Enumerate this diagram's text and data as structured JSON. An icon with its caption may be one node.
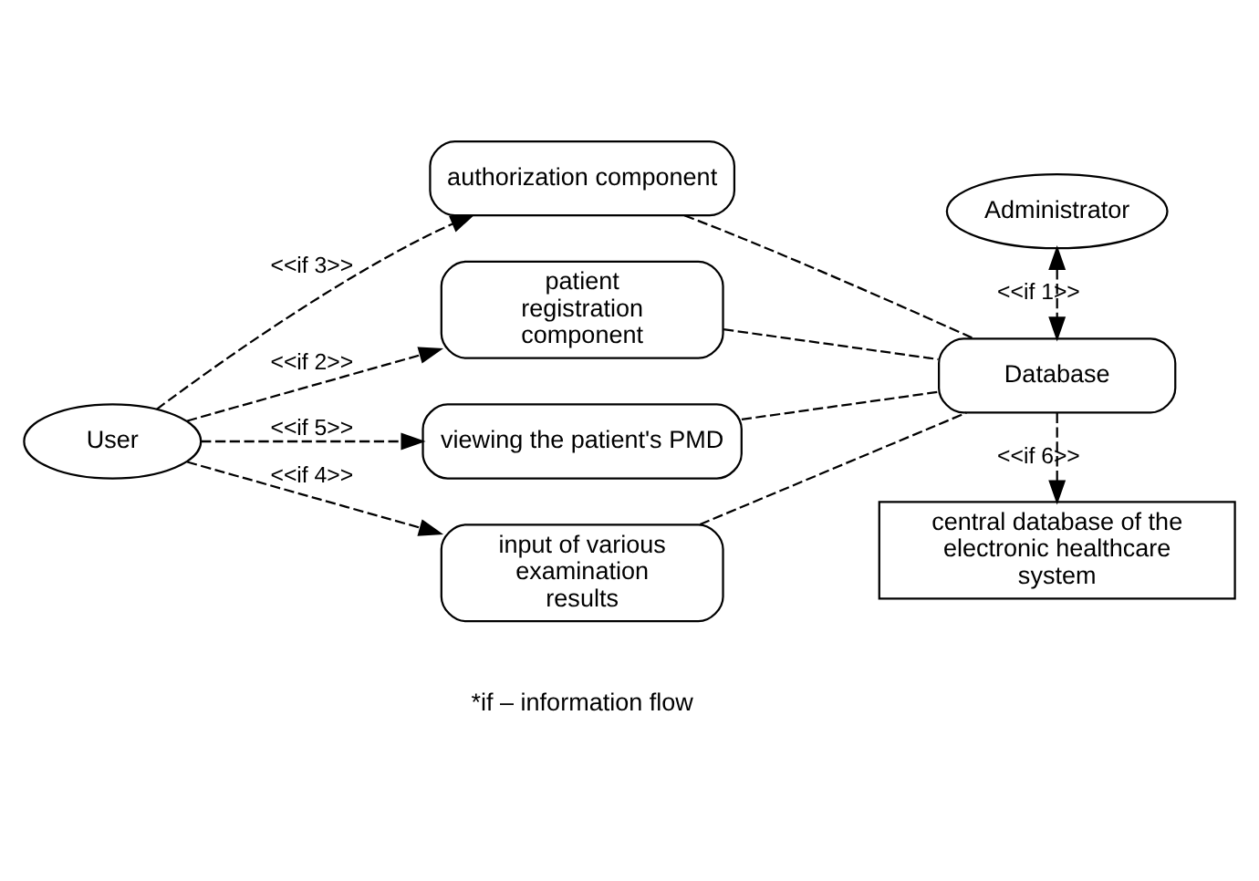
{
  "diagram": {
    "nodes": [
      {
        "text": [
          "User"
        ]
      },
      {
        "text": [
          "authorization component"
        ]
      },
      {
        "text": [
          "patient registration component"
        ]
      },
      {
        "text": [
          "viewing the patient's PMD"
        ]
      },
      {
        "text": [
          "input of various examination results"
        ]
      },
      {
        "text": [
          "Administrator"
        ]
      },
      {
        "text": [
          "Database"
        ]
      },
      {
        "text": [
          "central database of the electronic healthcare system"
        ]
      }
    ],
    "edges": [
      {
        "from": 0,
        "to": 1,
        "arrow": "to",
        "label": "<<if 3>>",
        "style": "dashed"
      },
      {
        "from": 0,
        "to": 2,
        "arrow": "to",
        "label": "<<if 2>>",
        "style": "dashed"
      },
      {
        "from": 0,
        "to": 3,
        "arrow": "to",
        "label": "<<if 5>>",
        "style": "dashed"
      },
      {
        "from": 0,
        "to": 4,
        "arrow": "to",
        "label": "<<if 4>>",
        "style": "dashed"
      },
      {
        "from": 1,
        "to": 6,
        "arrow": "none",
        "style": "dashed"
      },
      {
        "from": 2,
        "to": 6,
        "arrow": "none",
        "style": "dashed"
      },
      {
        "from": 3,
        "to": 6,
        "arrow": "none",
        "style": "dashed"
      },
      {
        "from": 4,
        "to": 6,
        "arrow": "none",
        "style": "dashed"
      },
      {
        "from": 5,
        "to": 6,
        "arrow": "both",
        "label": "<<if 1>>",
        "style": "dashed"
      },
      {
        "from": 6,
        "to": 7,
        "arrow": "to",
        "label": "<<if 6>>",
        "style": "dashed"
      }
    ],
    "labels": [
      "*if – information flow"
    ]
  }
}
